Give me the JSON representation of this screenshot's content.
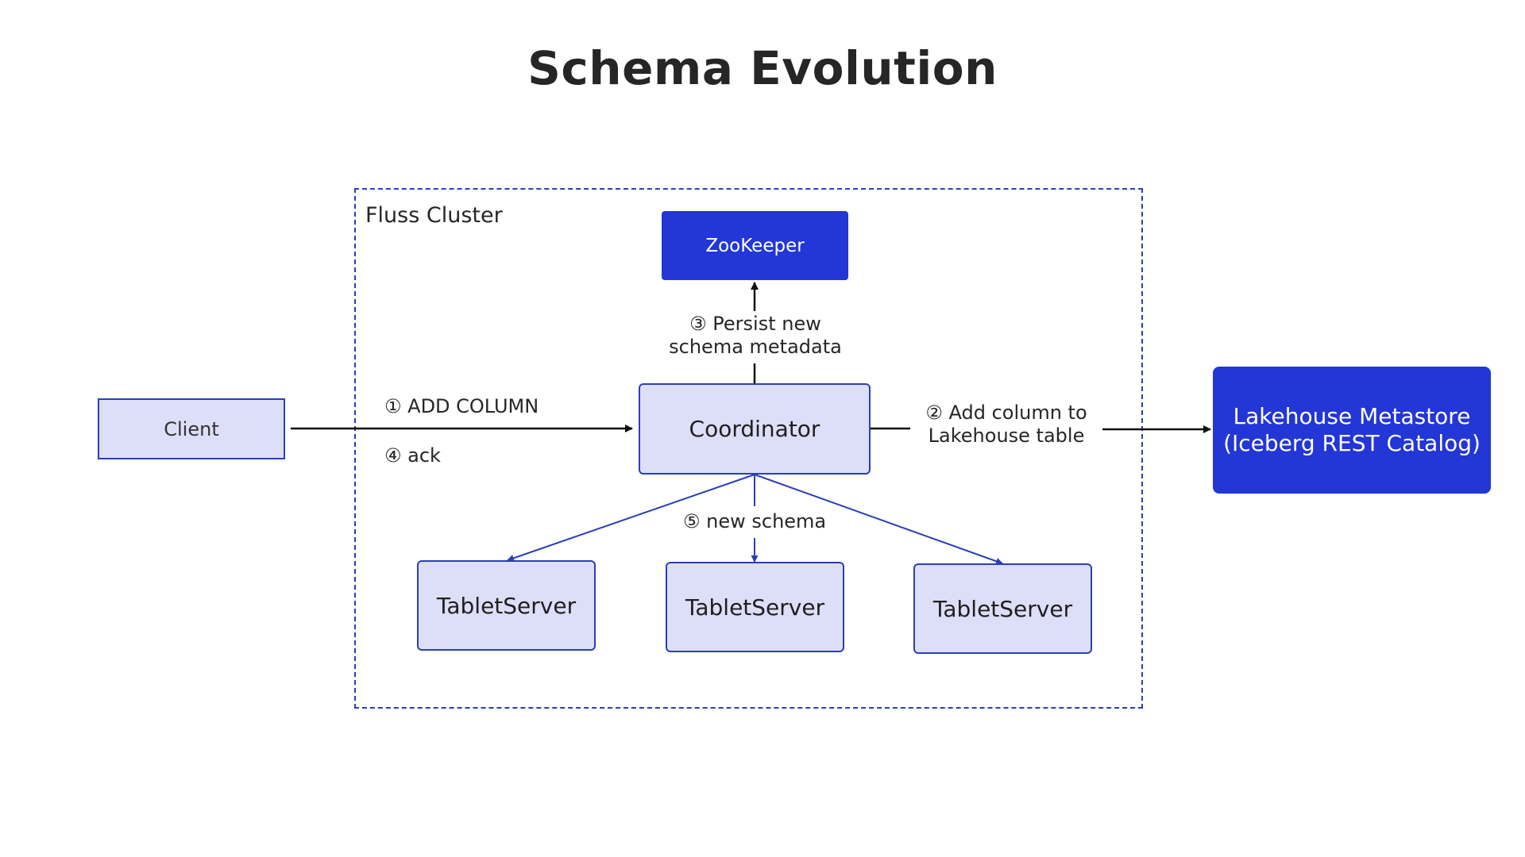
{
  "title": "Schema Evolution",
  "cluster": {
    "label": "Fluss Cluster"
  },
  "nodes": {
    "client": "Client",
    "zookeeper": "ZooKeeper",
    "coordinator": "Coordinator",
    "lakehouse_line1": "Lakehouse Metastore",
    "lakehouse_line2": "(Iceberg REST Catalog)",
    "tablet_servers": [
      "TabletServer",
      "TabletServer",
      "TabletServer"
    ]
  },
  "edge_labels": {
    "add_column": "① ADD COLUMN",
    "ack": "④ ack",
    "persist_line1": "③ Persist new",
    "persist_line2": "schema metadata",
    "lake_line1": "② Add column  to",
    "lake_line2": "Lakehouse table",
    "new_schema": "⑤ new schema"
  },
  "colors": {
    "accent": "#2336d6",
    "light_fill": "#dddff8",
    "border_blue": "#2b3fb5",
    "arrow_black": "#111111"
  }
}
